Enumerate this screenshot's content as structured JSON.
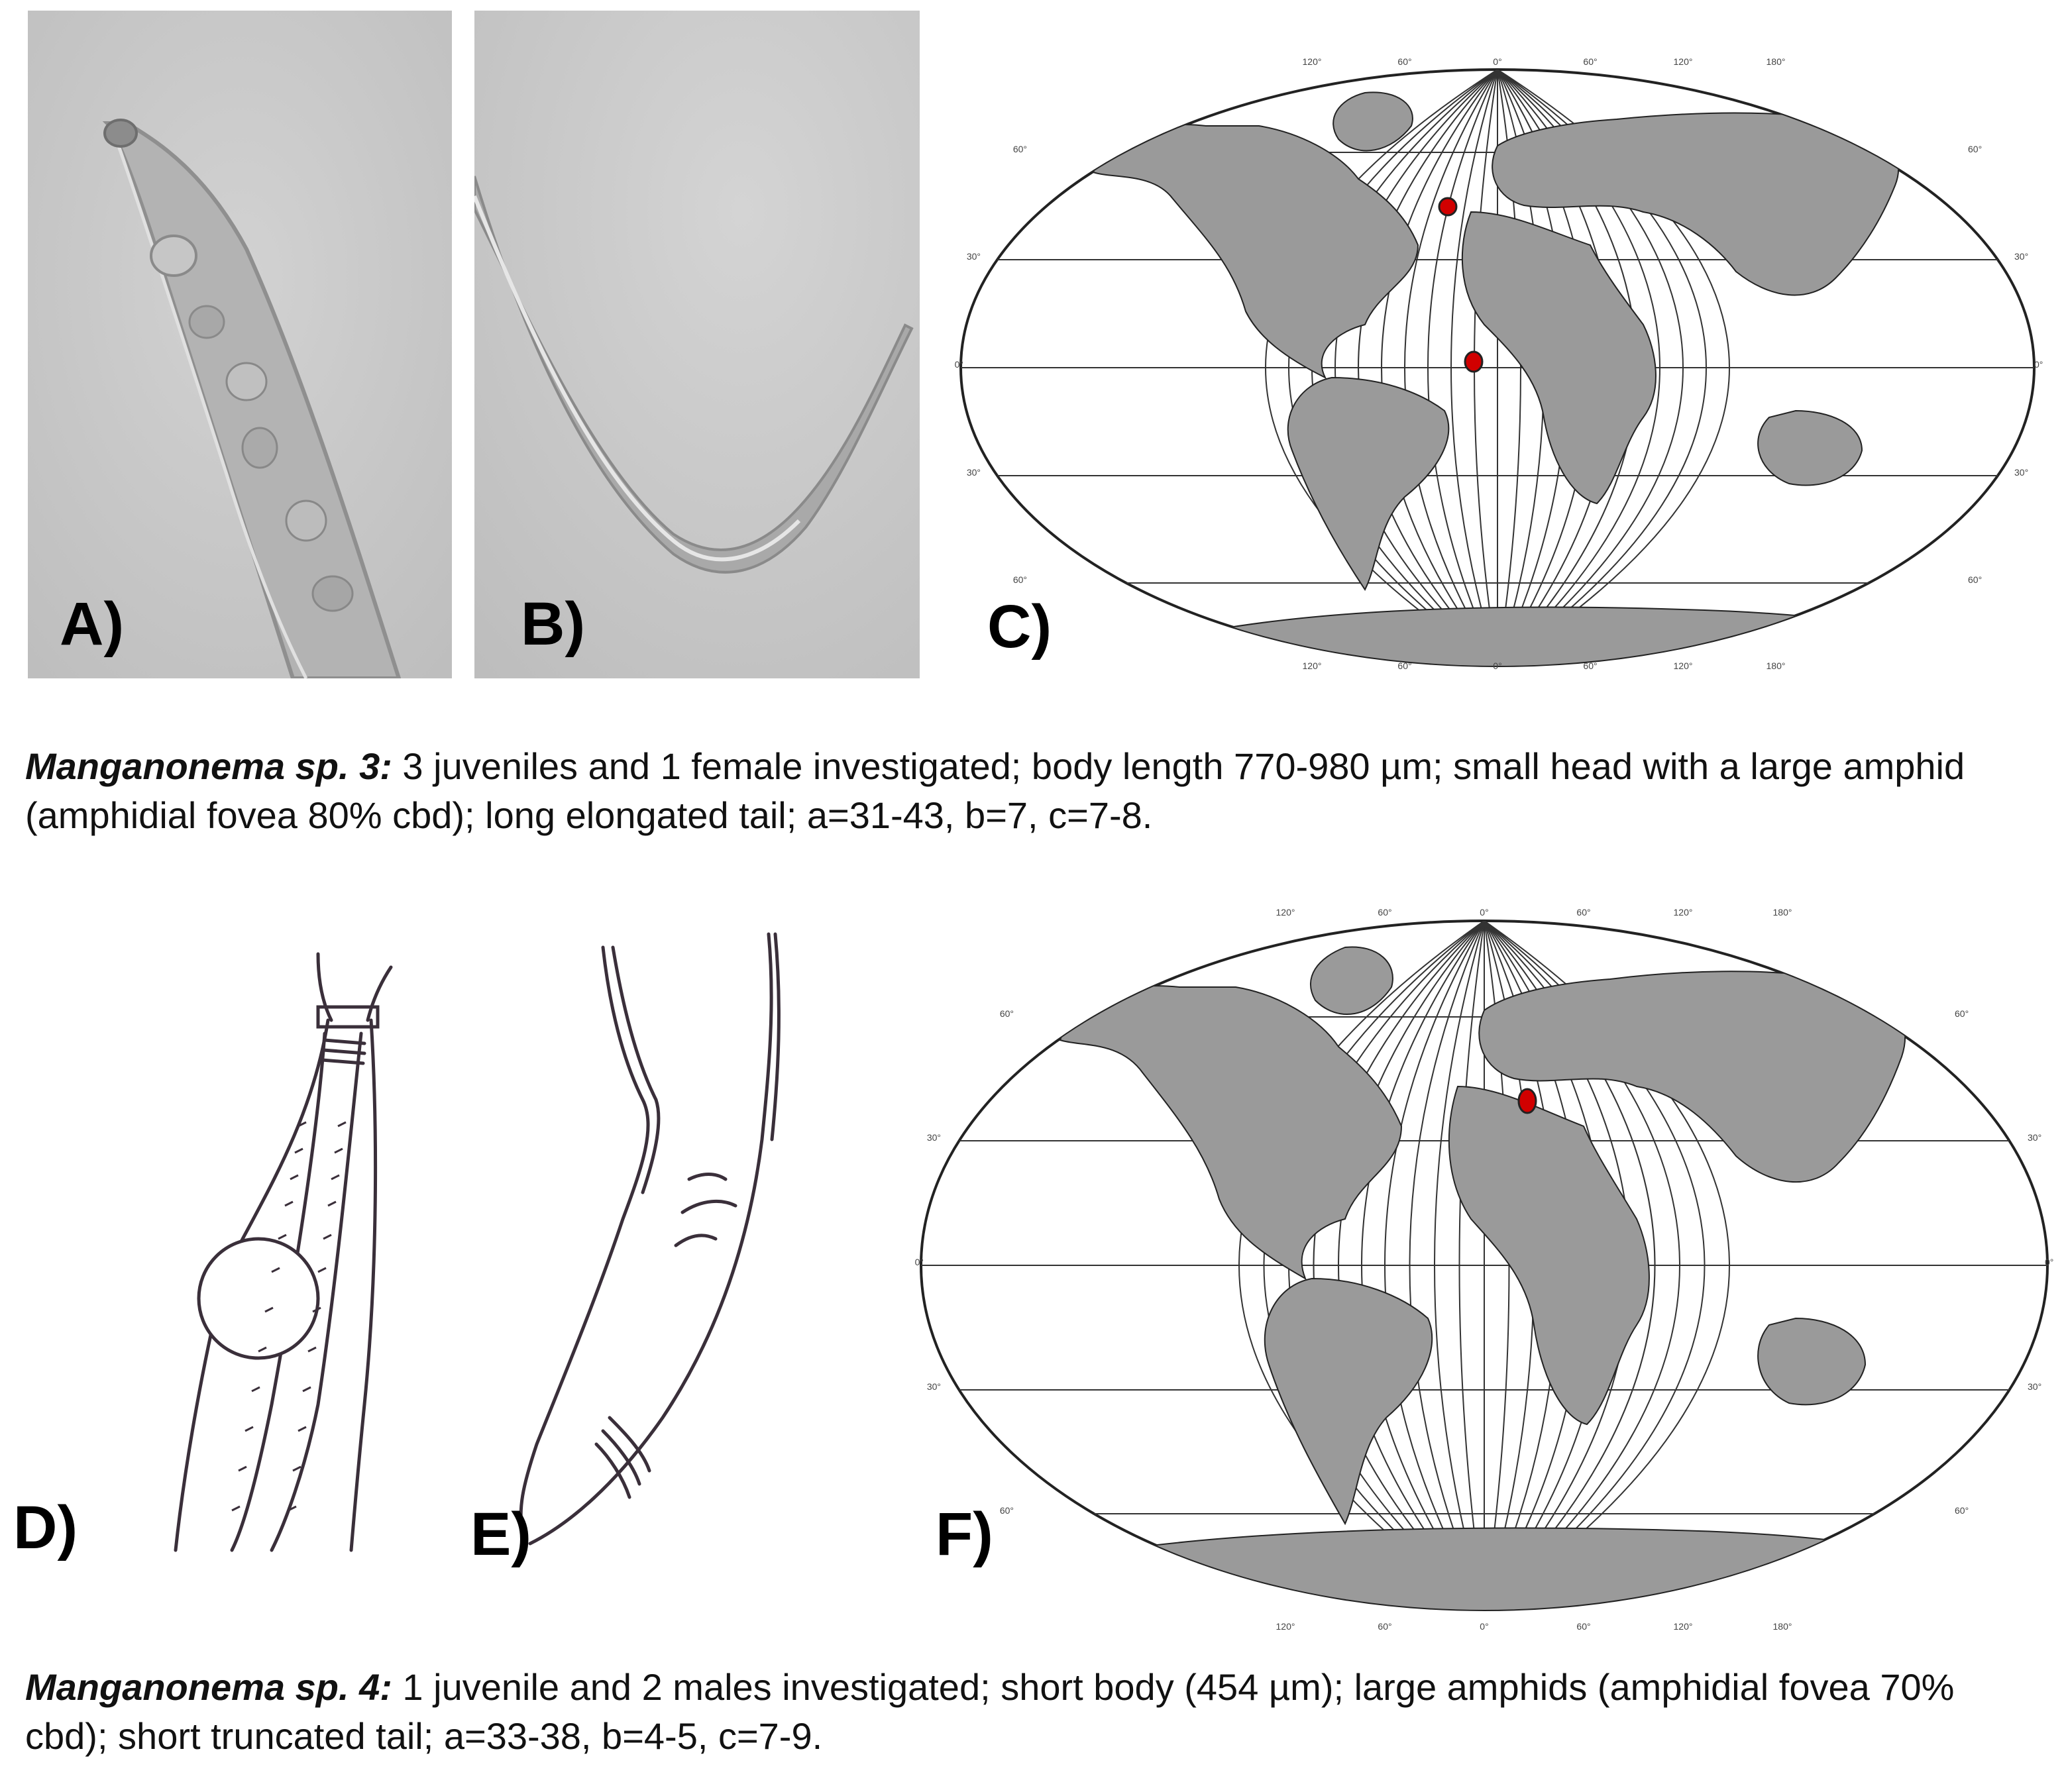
{
  "panels": {
    "a": {
      "label": "A)"
    },
    "b": {
      "label": "B)"
    },
    "c": {
      "label": "C)"
    },
    "d": {
      "label": "D)"
    },
    "e": {
      "label": "E)"
    },
    "f": {
      "label": "F)"
    }
  },
  "map_ticks": {
    "longitudes": [
      "120°",
      "60°",
      "0°",
      "60°",
      "120°",
      "180°"
    ],
    "latitudes": [
      "60°",
      "30°",
      "0°",
      "30°",
      "60°"
    ]
  },
  "captions": {
    "sp3": {
      "species": "Manganonema sp. 3:",
      "text": "  3 juveniles and 1 female investigated; body length 770-980 µm; small head with a large amphid (amphidial fovea 80% cbd); long elongated tail; a=31-43, b=7, c=7-8."
    },
    "sp4": {
      "species": "Manganonema sp. 4:",
      "text": " 1 juvenile and 2 males investigated; short body (454 µm); large  amphids (amphidial fovea 70% cbd); short truncated tail; a=33-38, b=4-5, c=7-9."
    }
  },
  "colors": {
    "land": "#9a9a9a",
    "marker": "#d10000",
    "photo_bg": "#c9c9c9"
  }
}
